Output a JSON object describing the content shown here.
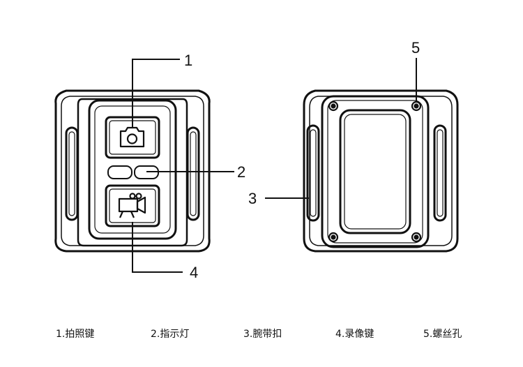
{
  "callouts": [
    {
      "num": "1"
    },
    {
      "num": "2"
    },
    {
      "num": "3"
    },
    {
      "num": "4"
    },
    {
      "num": "5"
    }
  ],
  "legend": [
    {
      "label": "1.拍照键"
    },
    {
      "label": "2.指示灯"
    },
    {
      "label": "3.腕带扣"
    },
    {
      "label": "4.录像键"
    },
    {
      "label": "5.螺丝孔"
    }
  ]
}
